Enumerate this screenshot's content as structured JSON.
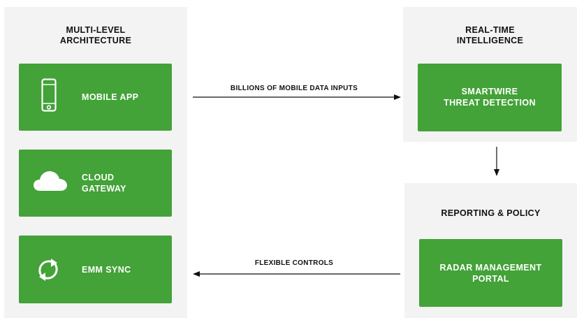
{
  "left_panel": {
    "title": "MULTI-LEVEL\nARCHITECTURE",
    "cards": [
      {
        "label": "MOBILE APP",
        "icon": "smartphone-icon"
      },
      {
        "label": "CLOUD\nGATEWAY",
        "icon": "cloud-icon"
      },
      {
        "label": "EMM SYNC",
        "icon": "sync-icon"
      }
    ]
  },
  "intelligence_panel": {
    "title": "REAL-TIME\nINTELLIGENCE",
    "card": {
      "label": "SMARTWIRE\nTHREAT DETECTION"
    }
  },
  "reporting_panel": {
    "title": "REPORTING & POLICY",
    "card": {
      "label": "RADAR MANAGEMENT\nPORTAL"
    }
  },
  "flows": {
    "inputs_label": "BILLIONS OF MOBILE DATA INPUTS",
    "controls_label": "FLEXIBLE CONTROLS"
  },
  "colors": {
    "accent": "#43a238",
    "panel": "#f3f3f3",
    "text": "#111111"
  }
}
